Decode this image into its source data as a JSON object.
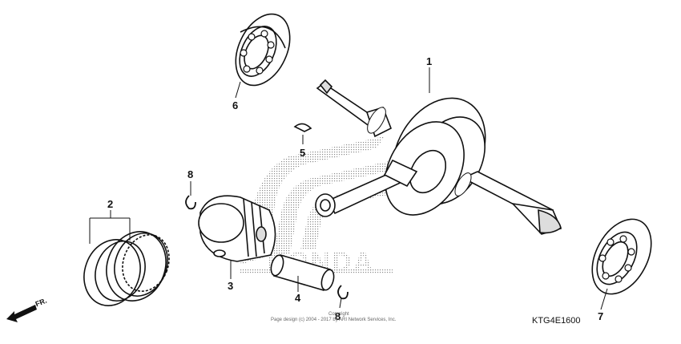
{
  "diagram": {
    "callouts": [
      {
        "id": "1",
        "label": "1"
      },
      {
        "id": "2",
        "label": "2"
      },
      {
        "id": "3",
        "label": "3"
      },
      {
        "id": "4",
        "label": "4"
      },
      {
        "id": "5",
        "label": "5"
      },
      {
        "id": "6",
        "label": "6"
      },
      {
        "id": "7",
        "label": "7"
      },
      {
        "id": "8a",
        "label": "8"
      },
      {
        "id": "8b",
        "label": "8"
      }
    ],
    "diagram_code": "KTG4E1600",
    "watermark": "HONDA",
    "direction_label": "FR.",
    "copyright_line1": "Copyright",
    "copyright_line2": "Page design (c) 2004 - 2017 by ARI Network Services, Inc."
  }
}
